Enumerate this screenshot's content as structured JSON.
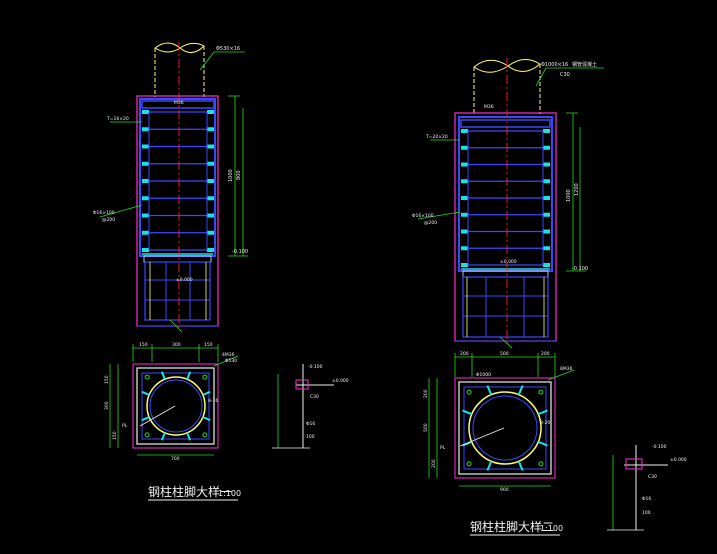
{
  "drawing": {
    "background": "#000000",
    "colors": {
      "rebar": "#3c46ff",
      "stiffener": "#19e1e6",
      "plate": "#ff2dd2",
      "pipe": "#ffff6a",
      "axis": "#ff2020",
      "dim": "#22dd22",
      "white": "#f0f0f0"
    },
    "detail1": {
      "title": "钢柱柱脚大样一",
      "scale": "1:100",
      "pipe_label": "Φ530×16",
      "bolt_top": "M36",
      "rib": "T=16×20",
      "stud": "Φ16×100",
      "stud2": "@200",
      "height_a": "1000",
      "height_b": "800",
      "base": "-0.100",
      "base2": "±0.000",
      "dims_top": [
        "150",
        "300",
        "150"
      ],
      "dims_side": [
        "150",
        "300",
        "150"
      ],
      "dim_bottom": "700",
      "plan_note": "4M36",
      "plan_note2": "8-16",
      "plan_inner": "Φ530",
      "plan_tag": "PL",
      "sec_a": "-0.100",
      "sec_b": "C30",
      "sec_c": "Φ16",
      "sec_d": "100",
      "sec_e": "±0.000"
    },
    "detail2": {
      "title": "钢柱柱脚大样二",
      "scale": "1:100",
      "pipe_label": "Φ1000×16",
      "pipe_label2": "钢管混凝土",
      "pipe_label3": "C30",
      "bolt_top": "M36",
      "rib": "T=20×20",
      "stud": "Φ16×100",
      "stud2": "@200",
      "height_a": "1000",
      "height_b": "1200",
      "base": "-0.100",
      "base2": "±0.000",
      "dims_top": [
        "200",
        "500",
        "200"
      ],
      "dims_side": [
        "200",
        "500",
        "200"
      ],
      "dim_bottom": "900",
      "plan_note": "8M36",
      "plan_note2": "8-20",
      "plan_inner": "Φ1000",
      "plan_tag": "PL",
      "sec_a": "-0.100",
      "sec_b": "C30",
      "sec_c": "Φ16",
      "sec_d": "100",
      "sec_e": "±0.000"
    }
  }
}
